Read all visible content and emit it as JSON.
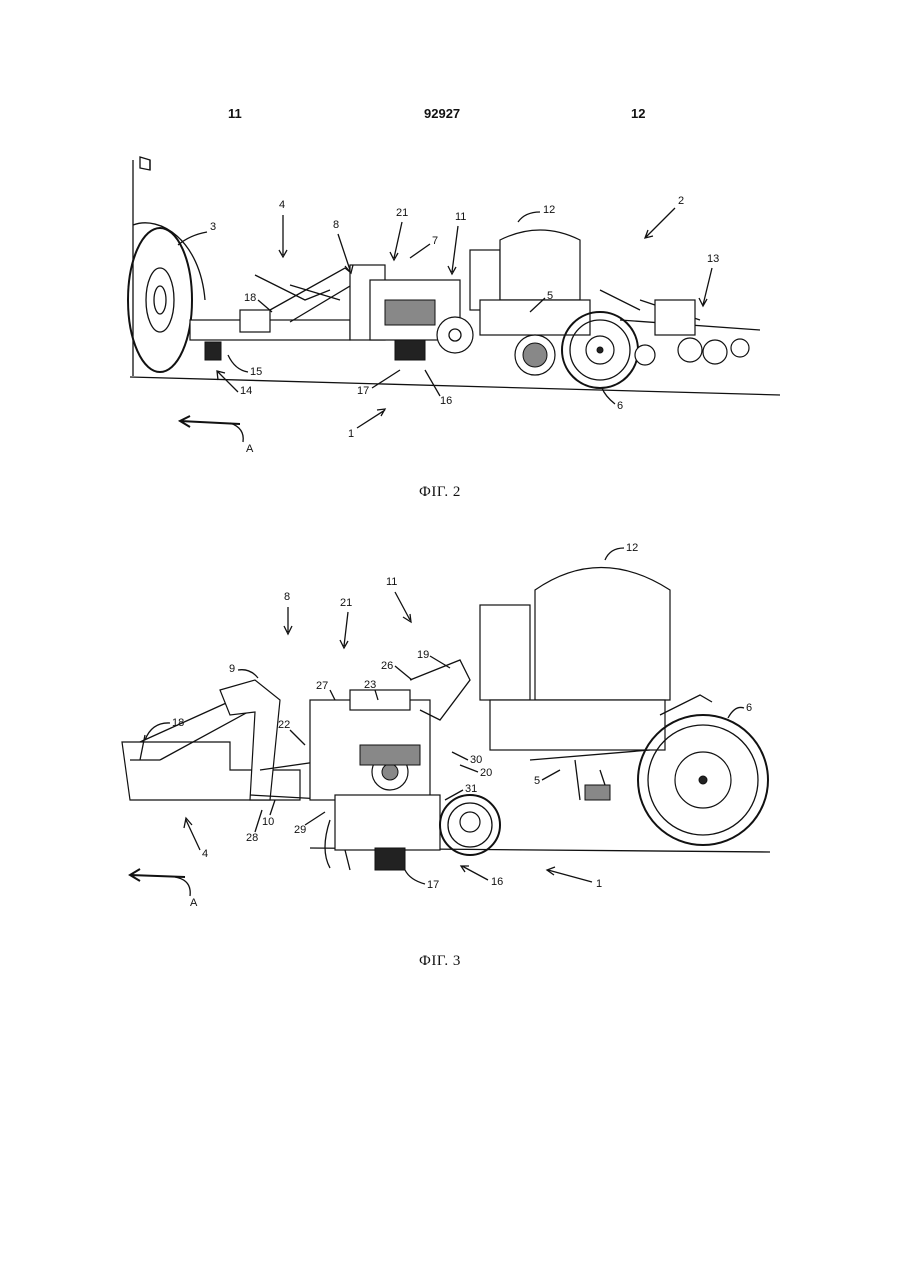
{
  "header": {
    "left_page": "11",
    "doc_number": "92927",
    "right_page": "12"
  },
  "figure2": {
    "caption": "ФІГ. 2",
    "labels": {
      "l1": "1",
      "l2": "2",
      "l3": "3",
      "l4": "4",
      "l5": "5",
      "l6": "6",
      "l7": "7",
      "l8": "8",
      "l11": "11",
      "l12": "12",
      "l13": "13",
      "l14": "14",
      "l15": "15",
      "l16": "16",
      "l17": "17",
      "l18": "18",
      "l21": "21",
      "lA": "A"
    }
  },
  "figure3": {
    "caption": "ФІГ. 3",
    "labels": {
      "l1": "1",
      "l4": "4",
      "l5": "5",
      "l6": "6",
      "l8": "8",
      "l9": "9",
      "l10": "10",
      "l11": "11",
      "l12": "12",
      "l16": "16",
      "l17": "17",
      "l18": "18",
      "l19": "19",
      "l20": "20",
      "l21": "21",
      "l22": "22",
      "l23": "23",
      "l26": "26",
      "l27": "27",
      "l28": "28",
      "l29": "29",
      "l30": "30",
      "l31": "31",
      "lA": "A"
    }
  }
}
